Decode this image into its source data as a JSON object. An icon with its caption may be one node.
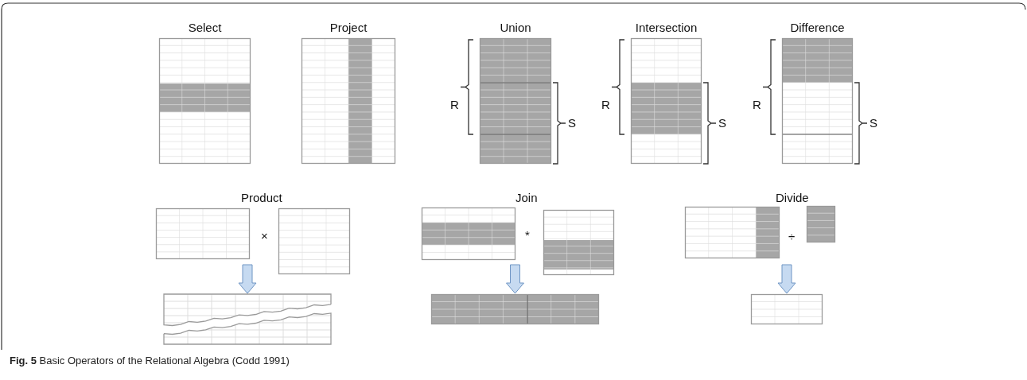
{
  "diagram": {
    "caption": "**Fig. 5** Basic Operators of the Relational Algebra (Codd 1991)",
    "nodes": [
      {
        "text": [
          "Select"
        ]
      },
      {
        "text": [
          "Project"
        ]
      },
      {
        "text": [
          "Union"
        ]
      },
      {
        "text": [
          "Intersection"
        ]
      },
      {
        "text": [
          "Difference"
        ]
      },
      {
        "text": [],
        "shape": "box"
      },
      {
        "text": [],
        "shape": "box"
      },
      {
        "text": [],
        "shape": "box"
      },
      {
        "text": [],
        "shape": "box"
      },
      {
        "text": [],
        "shape": "box"
      },
      {
        "text": [],
        "shape": "box"
      },
      {
        "text": [],
        "shape": "box"
      },
      {
        "text": [],
        "shape": "box"
      },
      {
        "text": [],
        "shape": "box"
      }
    ],
    "edges": [
      {
        "from": null,
        "to": 7,
        "arrow": "to"
      },
      {
        "from": null,
        "to": 10,
        "arrow": "to"
      },
      {
        "from": null,
        "to": 13,
        "arrow": "to"
      }
    ],
    "labels": [
      "R",
      "S",
      "R",
      "S",
      "R",
      "S",
      "Product",
      "×",
      "Join",
      "*",
      "Divide",
      "÷"
    ]
  }
}
